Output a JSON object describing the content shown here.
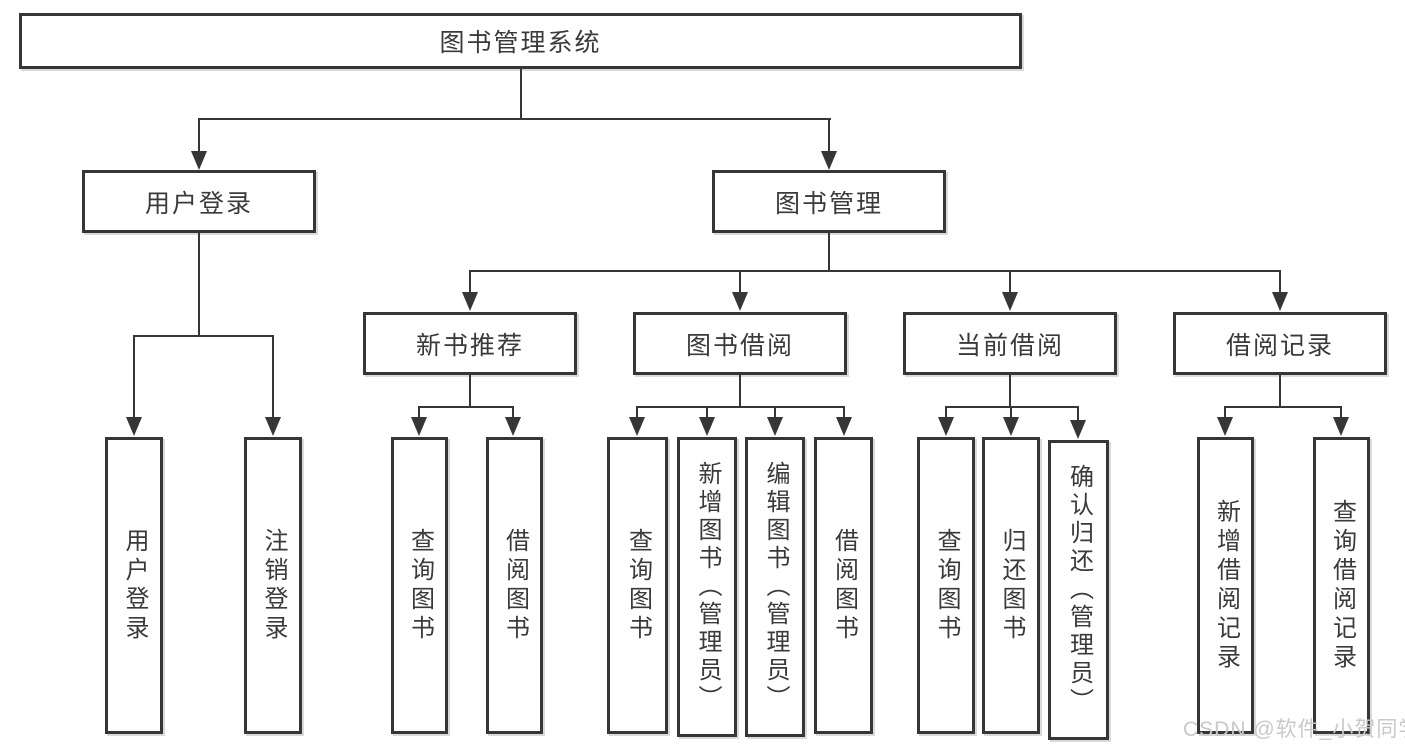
{
  "diagram_title": "图书管理系统",
  "tree": {
    "label": "图书管理系统",
    "children": [
      {
        "label": "用户登录",
        "children": [
          {
            "label": "用户登录"
          },
          {
            "label": "注销登录"
          }
        ]
      },
      {
        "label": "图书管理",
        "children": [
          {
            "label": "新书推荐",
            "children": [
              {
                "label": "查询图书"
              },
              {
                "label": "借阅图书"
              }
            ]
          },
          {
            "label": "图书借阅",
            "children": [
              {
                "label": "查询图书"
              },
              {
                "label": "新增图书（管理员）"
              },
              {
                "label": "编辑图书（管理员）"
              },
              {
                "label": "借阅图书"
              }
            ]
          },
          {
            "label": "当前借阅",
            "children": [
              {
                "label": "查询图书"
              },
              {
                "label": "归还图书"
              },
              {
                "label": "确认归还（管理员）"
              }
            ]
          },
          {
            "label": "借阅记录",
            "children": [
              {
                "label": "新增借阅记录"
              },
              {
                "label": "查询借阅记录"
              }
            ]
          }
        ]
      }
    ]
  },
  "watermark": "CSDN @软件_小贺同学",
  "colors": {
    "line": "#363636",
    "text": "#3a3a3a",
    "background": "#ffffff",
    "watermark": "#c9c9c9"
  }
}
